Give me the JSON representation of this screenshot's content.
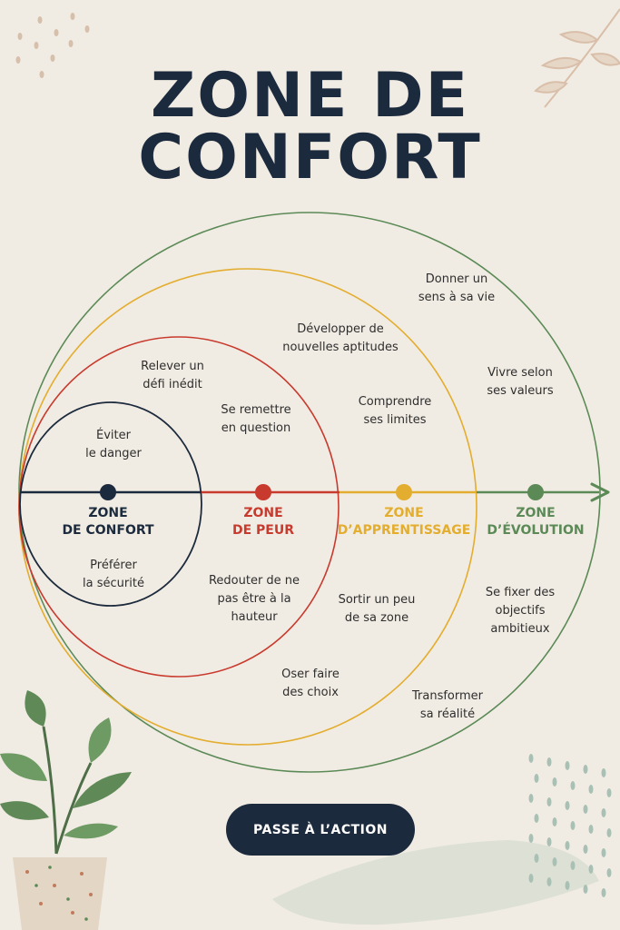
{
  "title": {
    "line1": "ZONE DE",
    "line2": "CONFORT"
  },
  "zones": [
    {
      "id": "confort",
      "label": "ZONE\nDE CONFORT",
      "color": "#1c2a3d"
    },
    {
      "id": "peur",
      "label": "ZONE\nDE PEUR",
      "color": "#c93a2e"
    },
    {
      "id": "apprentissage",
      "label": "ZONE\nD’APPRENTISSAGE",
      "color": "#e3ad2f"
    },
    {
      "id": "evolution",
      "label": "ZONE\nD’ÉVOLUTION",
      "color": "#5b8a57"
    }
  ],
  "labels": {
    "confort_top": "Éviter\nle danger",
    "confort_bottom": "Préférer\nla sécurité",
    "peur_top1": "Relever un\ndéfi inédit",
    "peur_top2": "Se remettre\nen question",
    "peur_bottom1": "Redouter de ne\npas être à la\nhauteur",
    "peur_bottom2": "Oser faire\ndes choix",
    "app_top1": "Développer de\nnouvelles aptitudes",
    "app_top2": "Comprendre\nses limites",
    "app_bottom": "Sortir un peu\nde sa zone",
    "evo_top1": "Donner un\nsens à sa vie",
    "evo_top2": "Vivre selon\nses valeurs",
    "evo_bottom1": "Se fixer des\nobjectifs\nambitieux",
    "evo_bottom2": "Transformer\nsa réalité"
  },
  "cta": {
    "label": "PASSE À L’ACTION"
  },
  "colors": {
    "background": "#f1ece3",
    "navy": "#1c2a3d",
    "leaf": "#5b8a57"
  }
}
